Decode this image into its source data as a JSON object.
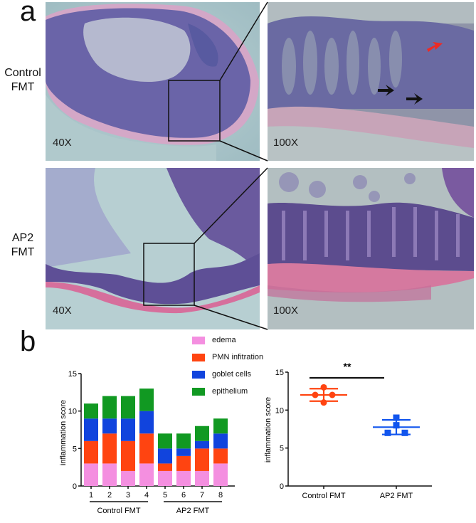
{
  "panel_a": {
    "letter": "a",
    "rows": [
      {
        "label_line1": "Control",
        "label_line2": "FMT",
        "left_mag": "40X",
        "right_mag": "100X"
      },
      {
        "label_line1": "AP2",
        "label_line2": "FMT",
        "left_mag": "40X",
        "right_mag": "100X"
      }
    ],
    "arrows": {
      "red_count": 1,
      "black_count": 2,
      "red_color": "#ee2a24",
      "black_color": "#111111"
    }
  },
  "panel_b": {
    "letter": "b",
    "legend": [
      {
        "label": "edema",
        "color": "#f48fe0"
      },
      {
        "label": "PMN infitration",
        "color": "#ff4411"
      },
      {
        "label": "goblet cells",
        "color": "#1144dd"
      },
      {
        "label": "epithelium",
        "color": "#119922"
      }
    ],
    "bar_chart": {
      "ylabel": "inflammation score",
      "yticks": [
        "0",
        "5",
        "10",
        "15"
      ],
      "xticks": [
        "1",
        "2",
        "3",
        "4",
        "5",
        "6",
        "7",
        "8"
      ],
      "group_labels": [
        "Control FMT",
        "AP2 FMT"
      ]
    },
    "scatter_chart": {
      "ylabel": "inflammation score",
      "yticks": [
        "0",
        "5",
        "10",
        "15"
      ],
      "xticks": [
        "Control FMT",
        "AP2 FMT"
      ],
      "significance": "**"
    }
  },
  "chart_data": [
    {
      "type": "bar",
      "stacked": true,
      "title": "",
      "xlabel": "",
      "ylabel": "inflammation score",
      "ylim": [
        0,
        15
      ],
      "yticks": [
        0,
        5,
        10,
        15
      ],
      "categories": [
        "1",
        "2",
        "3",
        "4",
        "5",
        "6",
        "7",
        "8"
      ],
      "groups": [
        {
          "name": "Control FMT",
          "categories": [
            "1",
            "2",
            "3",
            "4"
          ]
        },
        {
          "name": "AP2 FMT",
          "categories": [
            "5",
            "6",
            "7",
            "8"
          ]
        }
      ],
      "series": [
        {
          "name": "edema",
          "color": "#f48fe0",
          "values": [
            3,
            3,
            2,
            3,
            2,
            2,
            2,
            3
          ]
        },
        {
          "name": "PMN infitration",
          "color": "#ff4411",
          "values": [
            3,
            4,
            4,
            4,
            1,
            2,
            3,
            2
          ]
        },
        {
          "name": "goblet cells",
          "color": "#1144dd",
          "values": [
            3,
            2,
            3,
            3,
            2,
            1,
            1,
            2
          ]
        },
        {
          "name": "epithelium",
          "color": "#119922",
          "values": [
            2,
            3,
            3,
            3,
            2,
            2,
            2,
            2
          ]
        }
      ],
      "totals": [
        11,
        12,
        12,
        13,
        7,
        7,
        8,
        9
      ],
      "legend_position": "top-right",
      "grid": false
    },
    {
      "type": "scatter",
      "title": "",
      "xlabel": "",
      "ylabel": "inflammation score",
      "ylim": [
        0,
        15
      ],
      "yticks": [
        0,
        5,
        10,
        15
      ],
      "categories": [
        "Control FMT",
        "AP2 FMT"
      ],
      "series": [
        {
          "name": "Control FMT",
          "color": "#ff4411",
          "marker": "circle",
          "values": [
            11,
            12,
            12,
            13
          ],
          "mean": 12.0,
          "sd": 0.82
        },
        {
          "name": "AP2 FMT",
          "color": "#1155ee",
          "marker": "square",
          "values": [
            7,
            7,
            8,
            9
          ],
          "mean": 7.75,
          "sd": 0.96
        }
      ],
      "annotations": [
        {
          "text": "**",
          "type": "significance-bar",
          "between": [
            "Control FMT",
            "AP2 FMT"
          ]
        }
      ],
      "grid": false
    }
  ]
}
